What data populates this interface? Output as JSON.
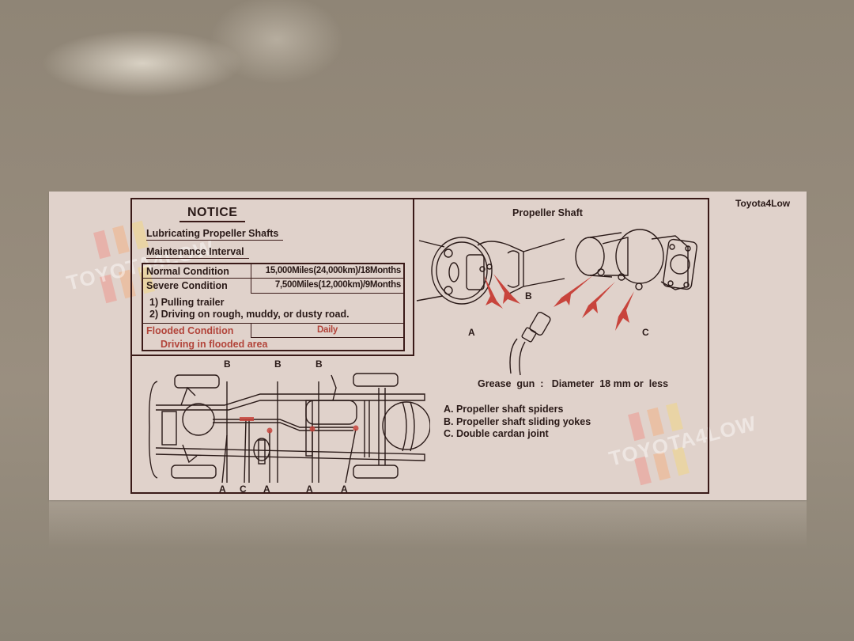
{
  "brand": "Toyota4Low",
  "watermark": "TOYOTA4LOW",
  "notice": {
    "title": "NOTICE",
    "subtitle": "Lubricating  Propeller  Shafts",
    "heading": "Maintenance  Interval",
    "rows": [
      {
        "condition": "Normal  Condition",
        "interval": "15,000Miles(24,000km)/18Months"
      },
      {
        "condition": "Severe  Condition",
        "interval": "7,500Miles(12,000km)/9Months"
      }
    ],
    "severe_notes": [
      "1)  Pulling  trailer",
      "2) Driving  on  rough, muddy, or  dusty  road."
    ],
    "flooded": {
      "condition": "Flooded  Condition",
      "interval": "Daily",
      "note": "Driving  in  flooded  area"
    }
  },
  "propeller": {
    "title": "Propeller   Shaft",
    "labels": {
      "a": "A",
      "b": "B",
      "c": "C"
    },
    "grease_gun": "Grease  gun  :   Diameter  18 mm or  less"
  },
  "legend": [
    "A. Propeller  shaft  spiders",
    "B. Propeller  shaft  sliding  yokes",
    "C. Double  cardan  joint"
  ],
  "chassis": {
    "top_labels": [
      "B",
      "B",
      "B"
    ],
    "bottom_labels": [
      "A",
      "C",
      "A",
      "A",
      "A"
    ]
  },
  "colors": {
    "card": "#e0d2cb",
    "ink": "#2a1a18",
    "red_text": "#b2443a",
    "arrow": "#c8443c"
  }
}
